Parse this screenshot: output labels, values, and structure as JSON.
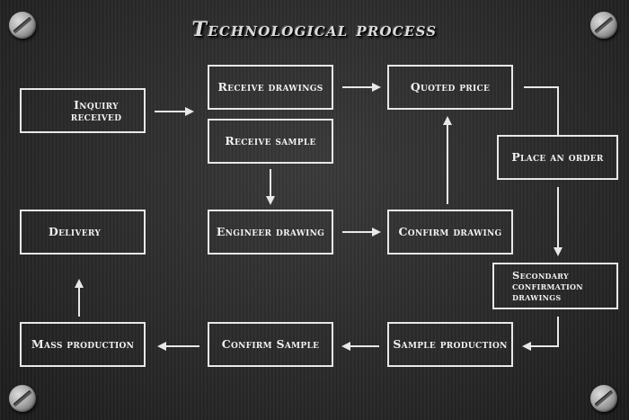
{
  "title": "Technological process",
  "nodes": {
    "inquiry_received": "Inquiry received",
    "receive_drawings": "Receive drawings",
    "receive_sample": "Receive sample",
    "quoted_price": "Quoted price",
    "place_an_order": "Place an order",
    "engineer_drawing": "Engineer drawing",
    "confirm_drawing": "Confirm drawing",
    "delivery": "Delivery",
    "secondary_confirmation_drawings": "Secondary confirmation drawings",
    "mass_production": "Mass production",
    "confirm_sample": "Confirm Sample",
    "sample_production": "Sample production"
  },
  "colors": {
    "background": "#2a2a2a",
    "line": "#e8e8e8",
    "text": "#f2f2f2"
  }
}
